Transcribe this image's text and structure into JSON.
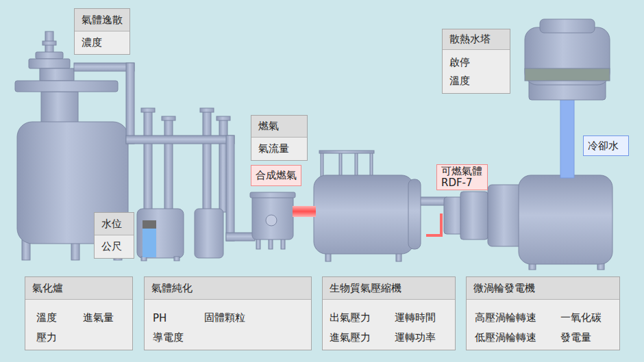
{
  "diagram": {
    "nodes": [
      {
        "text": [
          "氣體逸散",
          "濃度"
        ]
      },
      {
        "text": [
          "散熱水塔",
          "啟停",
          "溫度"
        ]
      },
      {
        "text": [
          "燃氣",
          "氣流量"
        ]
      },
      {
        "text": [
          "冷卻水"
        ]
      },
      {
        "text": [
          "合成燃氣"
        ]
      },
      {
        "text": [
          "可燃氣體",
          "RDF-7"
        ]
      },
      {
        "text": [
          "水位",
          "公尺"
        ]
      },
      {
        "text": [
          "氣化爐",
          "溫度",
          "進氣量",
          "壓力"
        ]
      },
      {
        "text": [
          "氣體純化",
          "PH",
          "固體顆粒",
          "導電度"
        ]
      },
      {
        "text": [
          "生物質氣壓縮機",
          "出氣壓力",
          "運轉時間",
          "進氣壓力",
          "運轉功率"
        ]
      },
      {
        "text": [
          "微渦輪發電機",
          "高壓渦輪轉速",
          "一氧化碳",
          "低壓渦輪轉速",
          "發電量"
        ]
      }
    ]
  }
}
